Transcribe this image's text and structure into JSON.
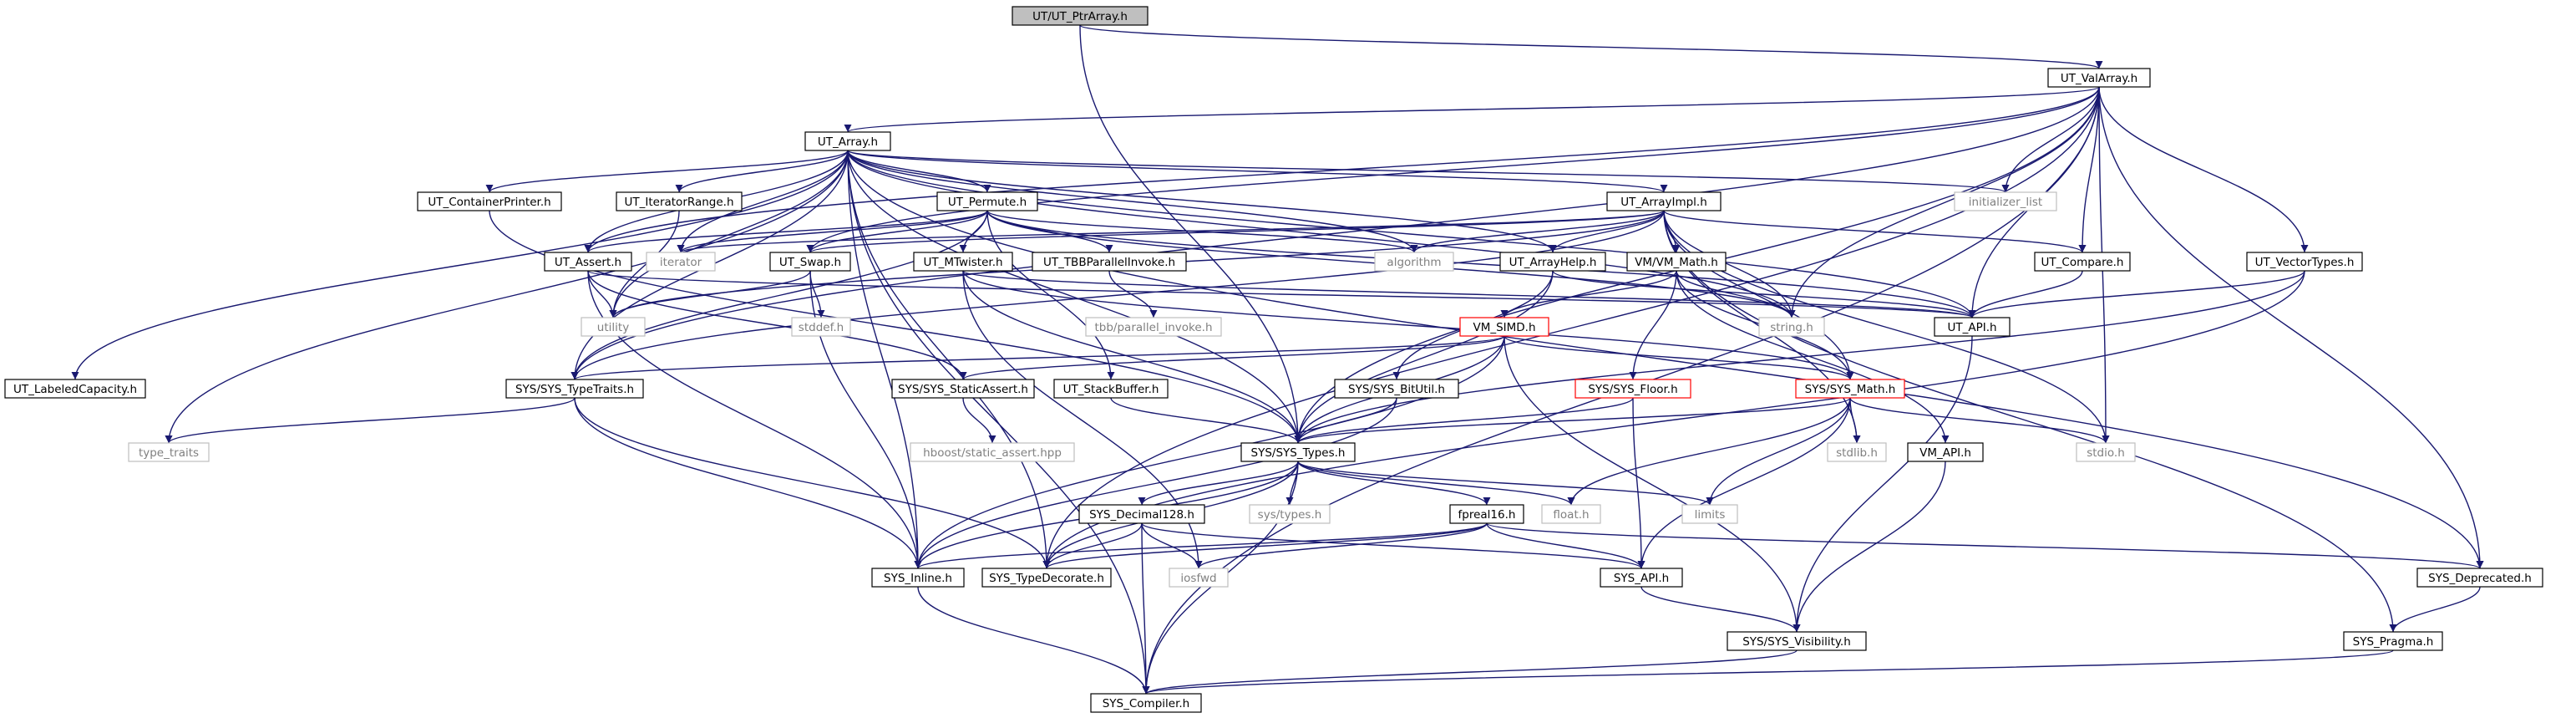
{
  "colors": {
    "edge": "#191970",
    "normal_border": "#000000",
    "normal_text": "#000000",
    "system_border": "#bfbfbf",
    "system_text": "#808080",
    "truncated_border": "#ff0000",
    "root_fill": "#bfbfbf",
    "fill": "#ffffff"
  },
  "nodes": [
    {
      "id": "ptrarray",
      "label": "UT/UT_PtrArray.h",
      "kind": "root"
    },
    {
      "id": "valarray",
      "label": "UT_ValArray.h",
      "kind": "normal"
    },
    {
      "id": "utarray",
      "label": "UT_Array.h",
      "kind": "normal"
    },
    {
      "id": "init_list",
      "label": "initializer_list",
      "kind": "system"
    },
    {
      "id": "containerprinter",
      "label": "UT_ContainerPrinter.h",
      "kind": "normal"
    },
    {
      "id": "iteratorrange",
      "label": "UT_IteratorRange.h",
      "kind": "normal"
    },
    {
      "id": "permute",
      "label": "UT_Permute.h",
      "kind": "normal"
    },
    {
      "id": "arrayimpl",
      "label": "UT_ArrayImpl.h",
      "kind": "normal"
    },
    {
      "id": "assert",
      "label": "UT_Assert.h",
      "kind": "normal"
    },
    {
      "id": "iterator",
      "label": "iterator",
      "kind": "system"
    },
    {
      "id": "swap",
      "label": "UT_Swap.h",
      "kind": "normal"
    },
    {
      "id": "mtwister",
      "label": "UT_MTwister.h",
      "kind": "normal"
    },
    {
      "id": "tbbparallel",
      "label": "UT_TBBParallelInvoke.h",
      "kind": "normal"
    },
    {
      "id": "algorithm",
      "label": "algorithm",
      "kind": "system"
    },
    {
      "id": "arrayhelp",
      "label": "UT_ArrayHelp.h",
      "kind": "normal"
    },
    {
      "id": "vmmath",
      "label": "VM/VM_Math.h",
      "kind": "normal"
    },
    {
      "id": "compare",
      "label": "UT_Compare.h",
      "kind": "normal"
    },
    {
      "id": "vectortypes",
      "label": "UT_VectorTypes.h",
      "kind": "normal"
    },
    {
      "id": "utility",
      "label": "utility",
      "kind": "system"
    },
    {
      "id": "stddef",
      "label": "stddef.h",
      "kind": "system"
    },
    {
      "id": "tbbinvoke",
      "label": "tbb/parallel_invoke.h",
      "kind": "system"
    },
    {
      "id": "stringh",
      "label": "string.h",
      "kind": "system"
    },
    {
      "id": "utapi",
      "label": "UT_API.h",
      "kind": "normal"
    },
    {
      "id": "vmsimd",
      "label": "VM_SIMD.h",
      "kind": "truncated"
    },
    {
      "id": "labeledcap",
      "label": "UT_LabeledCapacity.h",
      "kind": "normal"
    },
    {
      "id": "typetraits",
      "label": "SYS/SYS_TypeTraits.h",
      "kind": "normal"
    },
    {
      "id": "staticassert",
      "label": "SYS/SYS_StaticAssert.h",
      "kind": "normal"
    },
    {
      "id": "stackbuffer",
      "label": "UT_StackBuffer.h",
      "kind": "normal"
    },
    {
      "id": "bitutil",
      "label": "SYS/SYS_BitUtil.h",
      "kind": "normal"
    },
    {
      "id": "sysfloor",
      "label": "SYS/SYS_Floor.h",
      "kind": "truncated"
    },
    {
      "id": "sysmath",
      "label": "SYS/SYS_Math.h",
      "kind": "truncated"
    },
    {
      "id": "type_traits",
      "label": "type_traits",
      "kind": "system"
    },
    {
      "id": "hboost",
      "label": "hboost/static_assert.hpp",
      "kind": "system"
    },
    {
      "id": "systypes",
      "label": "SYS/SYS_Types.h",
      "kind": "normal"
    },
    {
      "id": "stdlib",
      "label": "stdlib.h",
      "kind": "system"
    },
    {
      "id": "vmapi",
      "label": "VM_API.h",
      "kind": "normal"
    },
    {
      "id": "stdio",
      "label": "stdio.h",
      "kind": "system"
    },
    {
      "id": "decimal128",
      "label": "SYS_Decimal128.h",
      "kind": "normal"
    },
    {
      "id": "systypesh",
      "label": "sys/types.h",
      "kind": "system"
    },
    {
      "id": "fpreal16",
      "label": "fpreal16.h",
      "kind": "normal"
    },
    {
      "id": "floath",
      "label": "float.h",
      "kind": "system"
    },
    {
      "id": "limits",
      "label": "limits",
      "kind": "system"
    },
    {
      "id": "inline",
      "label": "SYS_Inline.h",
      "kind": "normal"
    },
    {
      "id": "typedecorate",
      "label": "SYS_TypeDecorate.h",
      "kind": "normal"
    },
    {
      "id": "iosfwd",
      "label": "iosfwd",
      "kind": "system"
    },
    {
      "id": "sysapi",
      "label": "SYS_API.h",
      "kind": "normal"
    },
    {
      "id": "deprecated",
      "label": "SYS_Deprecated.h",
      "kind": "normal"
    },
    {
      "id": "visibility",
      "label": "SYS/SYS_Visibility.h",
      "kind": "normal"
    },
    {
      "id": "pragma",
      "label": "SYS_Pragma.h",
      "kind": "normal"
    },
    {
      "id": "compiler",
      "label": "SYS_Compiler.h",
      "kind": "normal"
    }
  ],
  "edges": [
    [
      "ptrarray",
      "valarray"
    ],
    [
      "ptrarray",
      "systypes"
    ],
    [
      "valarray",
      "utarray"
    ],
    [
      "valarray",
      "compare"
    ],
    [
      "valarray",
      "vectortypes"
    ],
    [
      "valarray",
      "utapi"
    ],
    [
      "valarray",
      "assert"
    ],
    [
      "valarray",
      "swap"
    ],
    [
      "valarray",
      "typetraits"
    ],
    [
      "valarray",
      "stringh"
    ],
    [
      "valarray",
      "init_list"
    ],
    [
      "valarray",
      "typedecorate"
    ],
    [
      "valarray",
      "stdio"
    ],
    [
      "valarray",
      "deprecated"
    ],
    [
      "valarray",
      "compiler"
    ],
    [
      "valarray",
      "systypes"
    ],
    [
      "utarray",
      "arrayhelp"
    ],
    [
      "utarray",
      "assert"
    ],
    [
      "utarray",
      "containerprinter"
    ],
    [
      "utarray",
      "iteratorrange"
    ],
    [
      "utarray",
      "labeledcap"
    ],
    [
      "utarray",
      "permute"
    ],
    [
      "utarray",
      "typetraits"
    ],
    [
      "utarray",
      "systypes"
    ],
    [
      "utarray",
      "deprecated"
    ],
    [
      "utarray",
      "arrayimpl"
    ],
    [
      "utarray",
      "algorithm"
    ],
    [
      "utarray",
      "stringh"
    ],
    [
      "utarray",
      "init_list"
    ],
    [
      "utarray",
      "iterator"
    ],
    [
      "utarray",
      "type_traits"
    ],
    [
      "utarray",
      "utility"
    ],
    [
      "utarray",
      "inline"
    ],
    [
      "utarray",
      "compiler"
    ],
    [
      "utarray",
      "typedecorate"
    ],
    [
      "utarray",
      "utapi"
    ],
    [
      "containerprinter",
      "systypes"
    ],
    [
      "iteratorrange",
      "utility"
    ],
    [
      "permute",
      "assert"
    ],
    [
      "permute",
      "stackbuffer"
    ],
    [
      "permute",
      "mtwister"
    ],
    [
      "permute",
      "swap"
    ],
    [
      "permute",
      "tbbparallel"
    ],
    [
      "permute",
      "utapi"
    ],
    [
      "permute",
      "typetraits"
    ],
    [
      "permute",
      "algorithm"
    ],
    [
      "permute",
      "iterator"
    ],
    [
      "permute",
      "stringh"
    ],
    [
      "arrayimpl",
      "arrayhelp"
    ],
    [
      "arrayimpl",
      "compare"
    ],
    [
      "arrayimpl",
      "swap"
    ],
    [
      "arrayimpl",
      "vmmath"
    ],
    [
      "arrayimpl",
      "sysmath"
    ],
    [
      "arrayimpl",
      "typetraits"
    ],
    [
      "arrayimpl",
      "pragma"
    ],
    [
      "arrayimpl",
      "algorithm"
    ],
    [
      "arrayimpl",
      "iterator"
    ],
    [
      "arrayimpl",
      "utility"
    ],
    [
      "arrayimpl",
      "stringh"
    ],
    [
      "arrayimpl",
      "stdlib"
    ],
    [
      "arrayimpl",
      "stdio"
    ],
    [
      "assert",
      "utapi"
    ],
    [
      "assert",
      "staticassert"
    ],
    [
      "assert",
      "inline"
    ],
    [
      "assert",
      "utility"
    ],
    [
      "swap",
      "inline"
    ],
    [
      "swap",
      "utility"
    ],
    [
      "swap",
      "stddef"
    ],
    [
      "mtwister",
      "utapi"
    ],
    [
      "mtwister",
      "systypes"
    ],
    [
      "mtwister",
      "iosfwd"
    ],
    [
      "mtwister",
      "sysmath"
    ],
    [
      "tbbparallel",
      "tbbinvoke"
    ],
    [
      "arrayhelp",
      "utapi"
    ],
    [
      "arrayhelp",
      "bitutil"
    ],
    [
      "arrayhelp",
      "systypes"
    ],
    [
      "vmmath",
      "vmsimd"
    ],
    [
      "vmmath",
      "sysfloor"
    ],
    [
      "vmmath",
      "sysmath"
    ],
    [
      "vmmath",
      "vmapi"
    ],
    [
      "vmmath",
      "stringh"
    ],
    [
      "compare",
      "utapi"
    ],
    [
      "vectortypes",
      "utapi"
    ],
    [
      "vectortypes",
      "systypes"
    ],
    [
      "vectortypes",
      "typedecorate"
    ],
    [
      "vmsimd",
      "systypes"
    ],
    [
      "vmsimd",
      "staticassert"
    ],
    [
      "vmsimd",
      "typetraits"
    ],
    [
      "vmsimd",
      "sysmath"
    ],
    [
      "vmsimd",
      "visibility"
    ],
    [
      "vmsimd",
      "inline"
    ],
    [
      "typetraits",
      "inline"
    ],
    [
      "typetraits",
      "typedecorate"
    ],
    [
      "typetraits",
      "type_traits"
    ],
    [
      "staticassert",
      "hboost"
    ],
    [
      "stackbuffer",
      "systypes"
    ],
    [
      "bitutil",
      "systypes"
    ],
    [
      "bitutil",
      "inline"
    ],
    [
      "sysfloor",
      "systypes"
    ],
    [
      "sysfloor",
      "sysapi"
    ],
    [
      "sysmath",
      "systypes"
    ],
    [
      "sysmath",
      "sysapi"
    ],
    [
      "sysmath",
      "floath"
    ],
    [
      "sysmath",
      "limits"
    ],
    [
      "sysmath",
      "stdlib"
    ],
    [
      "sysmath",
      "stdio"
    ],
    [
      "systypes",
      "decimal128"
    ],
    [
      "systypes",
      "fpreal16"
    ],
    [
      "systypes",
      "inline"
    ],
    [
      "systypes",
      "typedecorate"
    ],
    [
      "systypes",
      "compiler"
    ],
    [
      "systypes",
      "systypesh"
    ],
    [
      "systypes",
      "floath"
    ],
    [
      "systypes",
      "limits"
    ],
    [
      "decimal128",
      "sysapi"
    ],
    [
      "decimal128",
      "compiler"
    ],
    [
      "decimal128",
      "iosfwd"
    ],
    [
      "decimal128",
      "typedecorate"
    ],
    [
      "fpreal16",
      "sysapi"
    ],
    [
      "fpreal16",
      "deprecated"
    ],
    [
      "fpreal16",
      "inline"
    ],
    [
      "fpreal16",
      "typedecorate"
    ],
    [
      "fpreal16",
      "iosfwd"
    ],
    [
      "vmapi",
      "visibility"
    ],
    [
      "utapi",
      "visibility"
    ],
    [
      "inline",
      "compiler"
    ],
    [
      "sysapi",
      "visibility"
    ],
    [
      "deprecated",
      "pragma"
    ],
    [
      "visibility",
      "compiler"
    ],
    [
      "pragma",
      "compiler"
    ]
  ]
}
